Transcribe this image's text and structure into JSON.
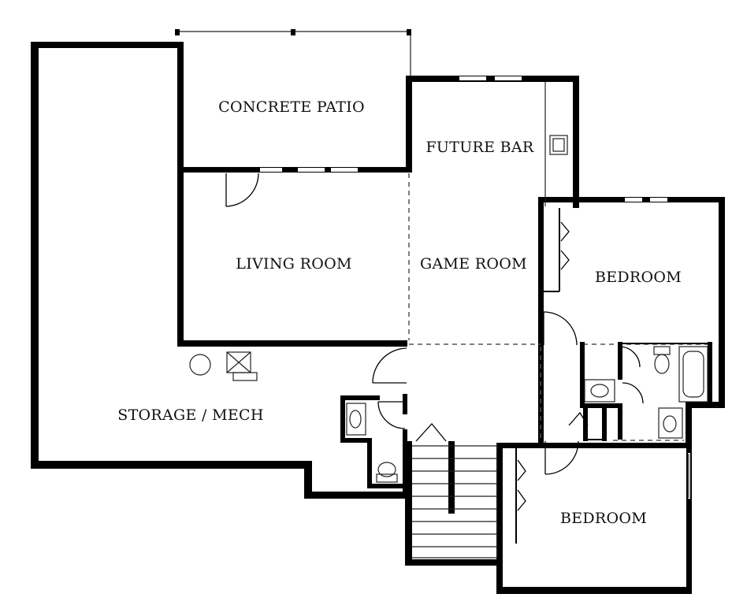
{
  "rooms": {
    "patio": "CONCRETE PATIO",
    "bar": "FUTURE BAR",
    "living": "LIVING ROOM",
    "game": "GAME ROOM",
    "bedroom_upper": "BEDROOM",
    "storage": "STORAGE / MECH",
    "bedroom_lower": "BEDROOM"
  }
}
